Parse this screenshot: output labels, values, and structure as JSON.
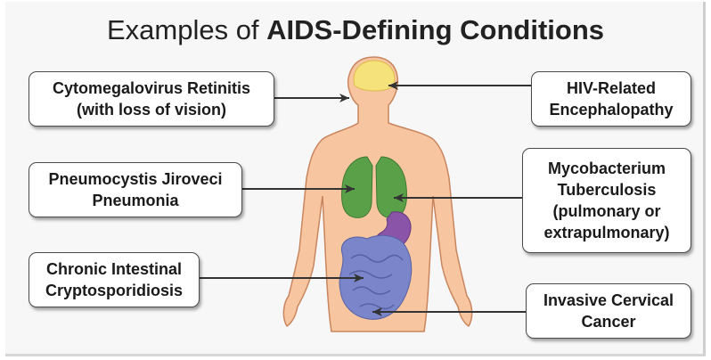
{
  "title": {
    "prefix": "Examples of ",
    "emphasis": "AIDS-Defining Conditions"
  },
  "conditions": {
    "cmv_retinitis": "Cytomegalovirus Retinitis\n(with loss of vision)",
    "pneumocystis": "Pneumocystis Jiroveci\nPneumonia",
    "cryptosporidiosis": "Chronic Intestinal\nCryptosporidiosis",
    "hiv_encephalopathy": "HIV-Related\nEncephalopathy",
    "tuberculosis": "Mycobacterium\nTuberculosis\n(pulmonary or\nextrapulmonary)",
    "cervical_cancer": "Invasive Cervical\nCancer"
  },
  "colors": {
    "skin": "#f7c6a0",
    "skin_outline": "#c9855e",
    "brain": "#f5e27a",
    "lungs": "#5aa048",
    "stomach": "#8a55a8",
    "intestines": "#7a86c9"
  }
}
